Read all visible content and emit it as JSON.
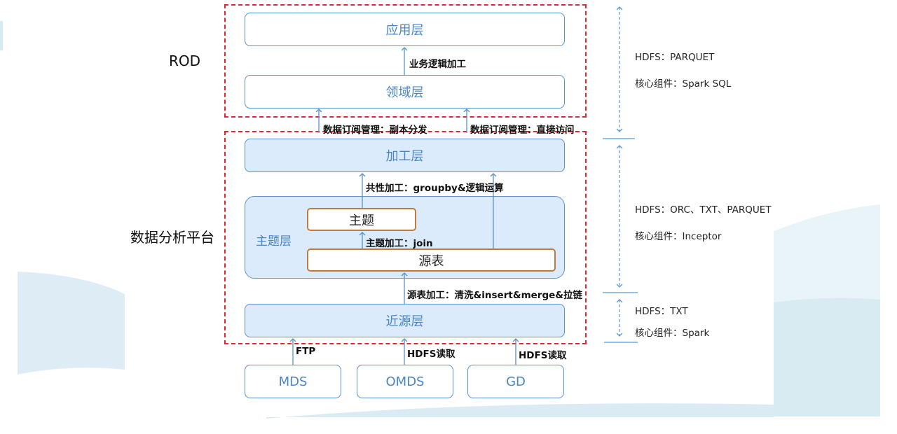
{
  "left_labels": {
    "rod": "ROD",
    "platform": "数据分析平台"
  },
  "layers": {
    "app": "应用层",
    "domain": "领域层",
    "process": "加工层",
    "theme": "主题层",
    "topic": "主题",
    "source_table": "源表",
    "near_source": "近源层"
  },
  "sources": [
    "MDS",
    "OMDS",
    "GD"
  ],
  "edges": {
    "business": "业务逻辑加工",
    "sub_copy": "数据订阅管理：副本分发",
    "sub_direct": "数据订阅管理：直接访问",
    "common": "共性加工：groupby&逻辑运算",
    "topic_join": "主题加工：join",
    "source_proc": "源表加工：清洗&insert&merge&拉链",
    "ftp": "FTP",
    "hdfs_read_1": "HDFS读取",
    "hdfs_read_2": "HDFS读取"
  },
  "side_notes": {
    "rod_storage": "HDFS：PARQUET",
    "rod_component": "核心组件：Spark SQL",
    "platform_storage": "HDFS：ORC、TXT、PARQUET",
    "platform_component": "核心组件：Inceptor",
    "near_storage": "HDFS：TXT",
    "near_component": "核心组件：Spark"
  },
  "colors": {
    "dashed_border": "#e0292f",
    "layer_border": "#5b8fc7",
    "layer_text": "#4a86c5",
    "layer_fill": "#dcebfb",
    "inner_border": "#c07a3c",
    "background_wave": "#d6e9f2"
  }
}
